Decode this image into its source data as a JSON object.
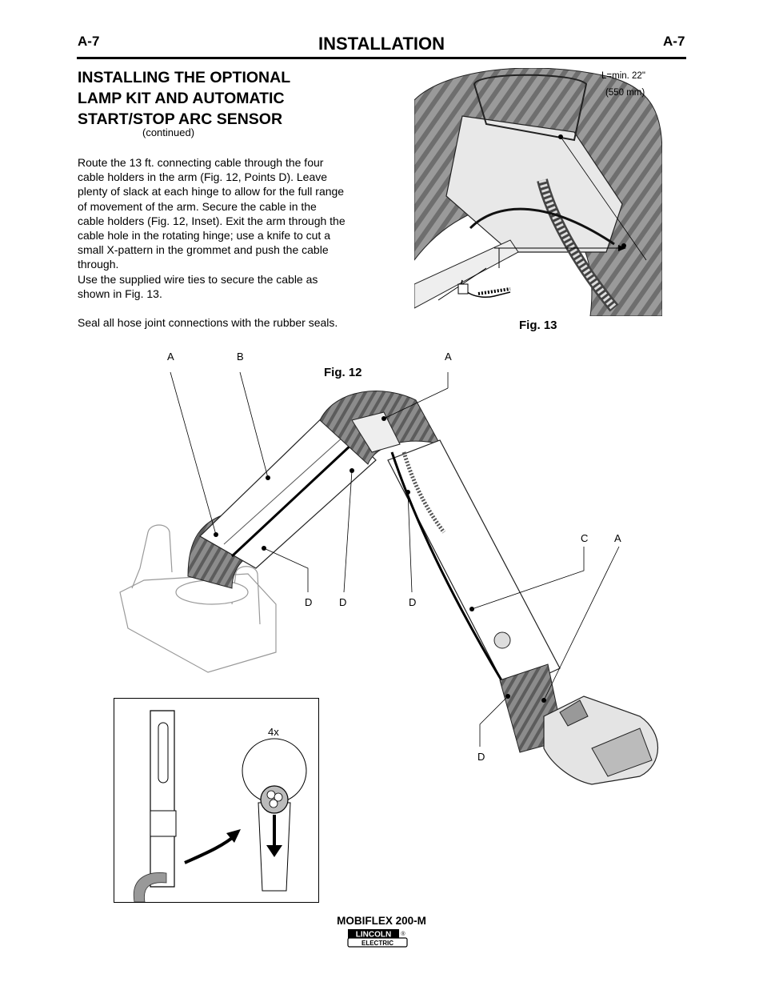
{
  "header": {
    "page_left": "A-7",
    "page_right": "A-7",
    "title": "INSTALLATION"
  },
  "section": {
    "heading": "INSTALLING THE OPTIONAL LAMP KIT AND AUTOMATIC START/STOP ARC SENSOR",
    "heading_lines": [
      "INSTALLING THE OPTIONAL",
      "LAMP KIT AND AUTOMATIC",
      "START/STOP ARC SENSOR"
    ],
    "continued": "(continued)",
    "paragraph_lines": [
      "Route the 13 ft. connecting cable through the four",
      "cable holders in the arm (Fig. 12, Points D). Leave",
      "plenty of slack at each hinge to allow for the full range",
      "of movement of the arm.  Secure the cable in the",
      "cable holders (Fig. 12, Inset). Exit the arm through the",
      "cable hole in the rotating hinge; use a knife to cut a",
      "small X-pattern in the grommet and push the cable",
      "through.",
      "Use the supplied wire ties to secure the cable as",
      "shown in Fig. 13."
    ],
    "seal_text": "Seal all hose joint connections with the rubber seals."
  },
  "fig13": {
    "label": "Fig. 13",
    "dim_line1": "L=min. 22\"",
    "dim_line2": "(550 mm)"
  },
  "fig12": {
    "label": "Fig. 12",
    "callouts": {
      "a_top_left": "A",
      "b_top": "B",
      "a_top_right": "A",
      "c_right": "C",
      "a_right": "A",
      "d1": "D",
      "d2": "D",
      "d3": "D",
      "d4": "D"
    },
    "inset_qty": "4x"
  },
  "footer": {
    "model": "MOBIFLEX  200-M",
    "logo_top": "LINCOLN",
    "logo_bottom": "ELECTRIC",
    "logo_mark": "®"
  }
}
